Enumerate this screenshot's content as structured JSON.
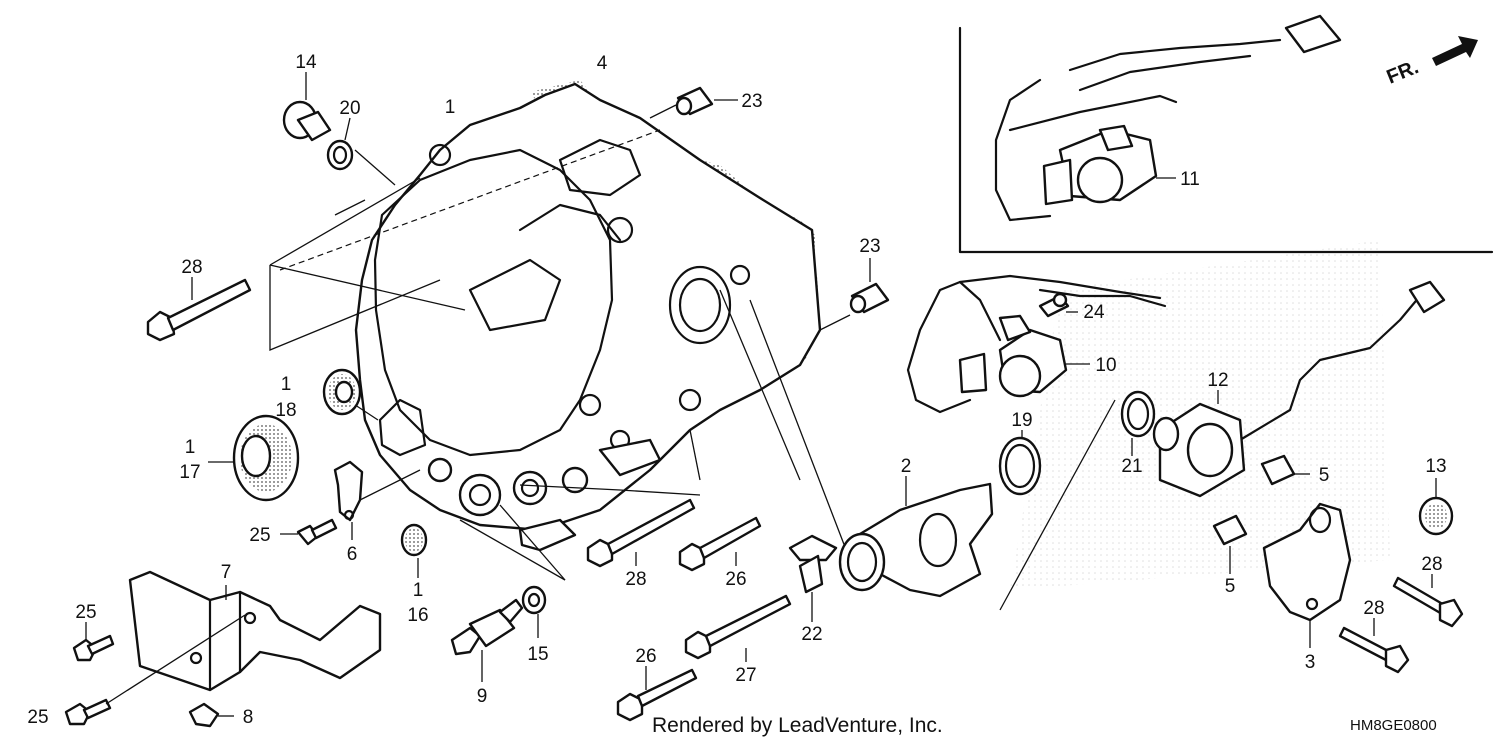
{
  "diagram": {
    "direction_label": "FR.",
    "footer_text": "Rendered by LeadVenture, Inc.",
    "diagram_code": "HM8GE0800",
    "callouts": {
      "c1a": "1",
      "c1b": "1",
      "c1c": "1",
      "c1d": "1",
      "c2": "2",
      "c3": "3",
      "c4": "4",
      "c5a": "5",
      "c5b": "5",
      "c6": "6",
      "c7": "7",
      "c8": "8",
      "c9": "9",
      "c10": "10",
      "c11": "11",
      "c12": "12",
      "c13": "13",
      "c14": "14",
      "c15": "15",
      "c16": "16",
      "c17": "17",
      "c18": "18",
      "c19": "19",
      "c20": "20",
      "c21": "21",
      "c22": "22",
      "c23a": "23",
      "c23b": "23",
      "c24": "24",
      "c25a": "25",
      "c25b": "25",
      "c25c": "25",
      "c26a": "26",
      "c26b": "26",
      "c27": "27",
      "c28a": "28",
      "c28b": "28",
      "c28c": "28",
      "c28d": "28"
    }
  }
}
